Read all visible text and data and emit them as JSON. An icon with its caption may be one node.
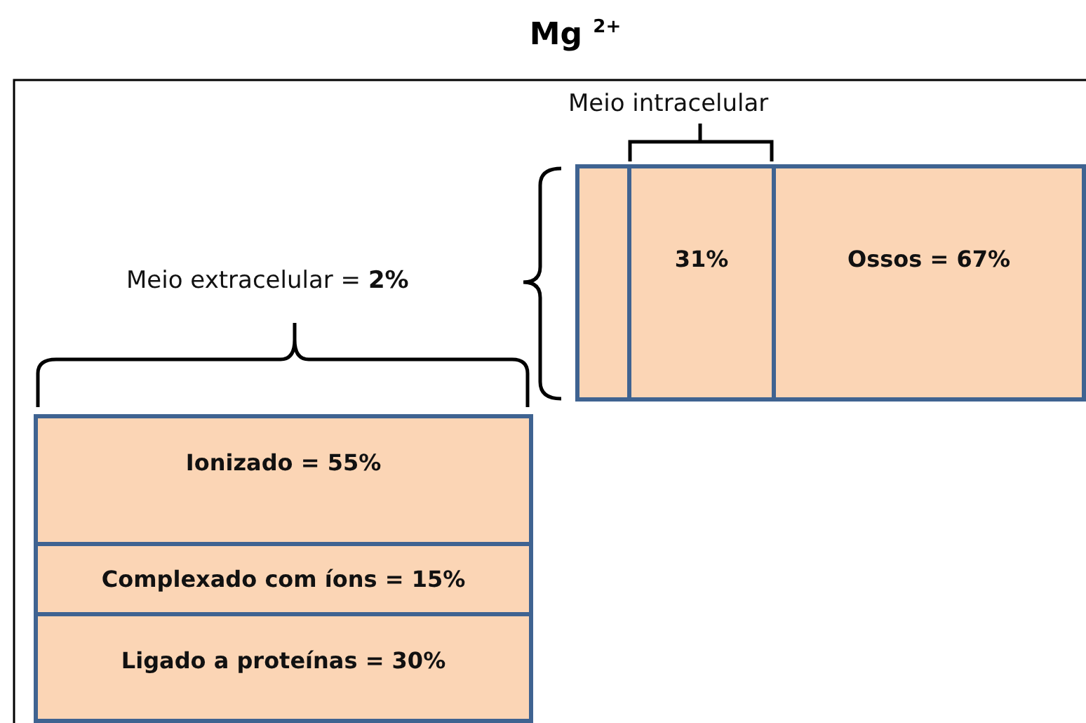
{
  "diagram": {
    "title": "Mg $^{2+}$",
    "nodes": [
      {
        "text": [],
        "shape": "box"
      },
      {
        "text": [
          "31%"
        ]
      },
      {
        "text": [
          "Ossos = 67%"
        ]
      },
      {
        "text": [
          "Ionizado = 55%"
        ]
      },
      {
        "text": [
          "Complexado com íons = 15%"
        ]
      },
      {
        "text": [
          "Ligado a proteínas = 30%"
        ]
      }
    ],
    "edges": [],
    "labels": [
      "Meio intracelular",
      "Meio extracelular = **2%**"
    ]
  }
}
